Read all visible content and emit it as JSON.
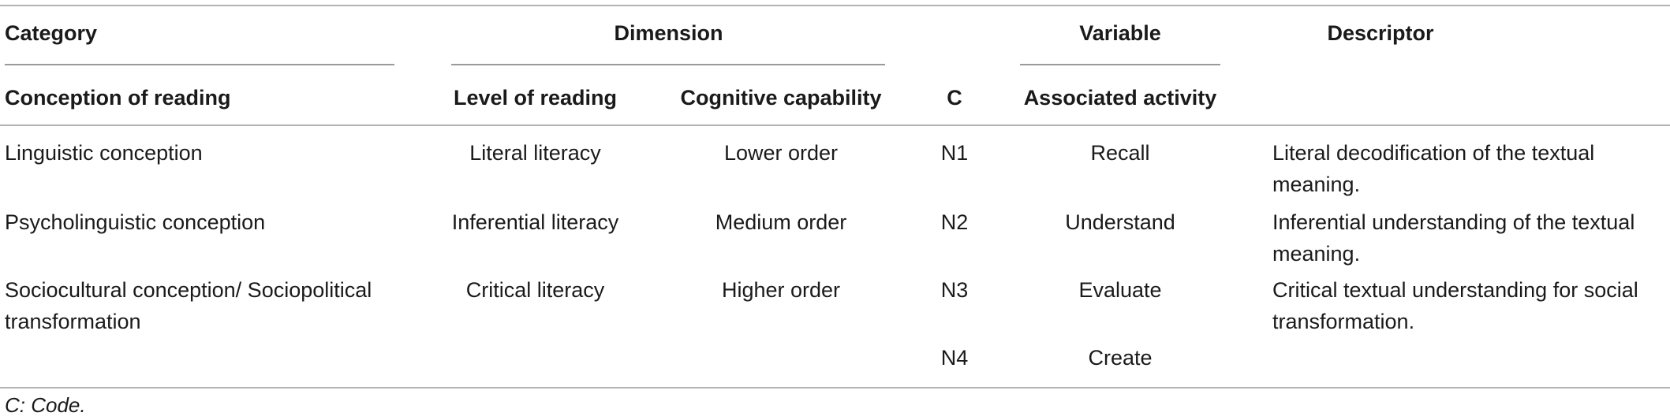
{
  "table": {
    "header_top": {
      "category": "Category",
      "dimension": "Dimension",
      "variable": "Variable",
      "descriptor": "Descriptor"
    },
    "header_sub": {
      "conception": "Conception of reading",
      "level": "Level of reading",
      "cognitive": "Cognitive capability",
      "code": "C",
      "activity": "Associated activity"
    },
    "rows": [
      {
        "conception": "Linguistic conception",
        "level": "Literal literacy",
        "cognitive": "Lower order",
        "code": "N1",
        "activity": "Recall",
        "descriptor_line1": "Literal decodification of the textual",
        "descriptor_line2": "meaning."
      },
      {
        "conception": "Psycholinguistic conception",
        "level": "Inferential literacy",
        "cognitive": "Medium order",
        "code": "N2",
        "activity": "Understand",
        "descriptor_line1": "Inferential understanding of the textual",
        "descriptor_line2": "meaning."
      },
      {
        "conception_line1": "Sociocultural conception/ Sociopolitical",
        "conception_line2": "transformation",
        "level": "Critical literacy",
        "cognitive": "Higher order",
        "code": "N3",
        "activity": "Evaluate",
        "descriptor_line1": "Critical textual understanding for social",
        "descriptor_line2": "transformation."
      },
      {
        "code": "N4",
        "activity": "Create"
      }
    ],
    "footnote": "C: Code."
  }
}
